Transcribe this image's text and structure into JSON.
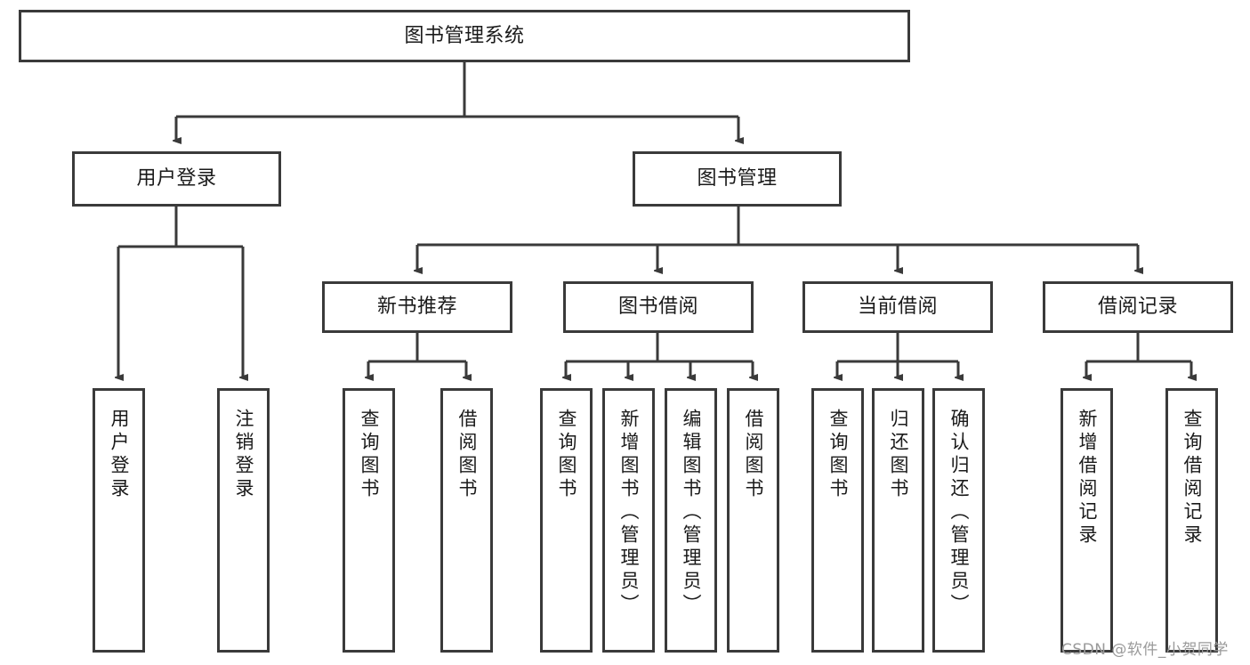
{
  "diagram": {
    "title": "图书管理系统",
    "type": "hierarchy-tree",
    "root": {
      "id": "root",
      "label": "图书管理系统"
    },
    "level2": [
      {
        "id": "user-login",
        "label": "用户登录"
      },
      {
        "id": "book-management",
        "label": "图书管理"
      }
    ],
    "level3": [
      {
        "id": "new-book-recommend",
        "label": "新书推荐"
      },
      {
        "id": "book-borrow",
        "label": "图书借阅"
      },
      {
        "id": "current-borrow",
        "label": "当前借阅"
      },
      {
        "id": "borrow-record",
        "label": "借阅记录"
      }
    ],
    "leaves": {
      "user_login": [
        {
          "id": "leaf-user-login",
          "label": "用户登录"
        },
        {
          "id": "leaf-logout-login",
          "label": "注销登录"
        }
      ],
      "new_book_recommend": [
        {
          "id": "leaf-query-book-1",
          "label": "查询图书"
        },
        {
          "id": "leaf-borrow-book-1",
          "label": "借阅图书"
        }
      ],
      "book_borrow": [
        {
          "id": "leaf-query-book-2",
          "label": "查询图书"
        },
        {
          "id": "leaf-add-book",
          "label": "新增图书（管理员）"
        },
        {
          "id": "leaf-edit-book",
          "label": "编辑图书（管理员）"
        },
        {
          "id": "leaf-borrow-book-2",
          "label": "借阅图书"
        }
      ],
      "current_borrow": [
        {
          "id": "leaf-query-book-3",
          "label": "查询图书"
        },
        {
          "id": "leaf-return-book",
          "label": "归还图书"
        },
        {
          "id": "leaf-confirm-return",
          "label": "确认归还（管理员）"
        }
      ],
      "borrow_record": [
        {
          "id": "leaf-add-record",
          "label": "新增借阅记录"
        },
        {
          "id": "leaf-query-record",
          "label": "查询借阅记录"
        }
      ]
    }
  },
  "watermark": {
    "text": "CSDN @软件_小贺同学"
  },
  "colors": {
    "stroke": "#3a3a3a",
    "background": "#ffffff",
    "text": "#1a1a1a",
    "watermark": "#9a9a9a"
  }
}
